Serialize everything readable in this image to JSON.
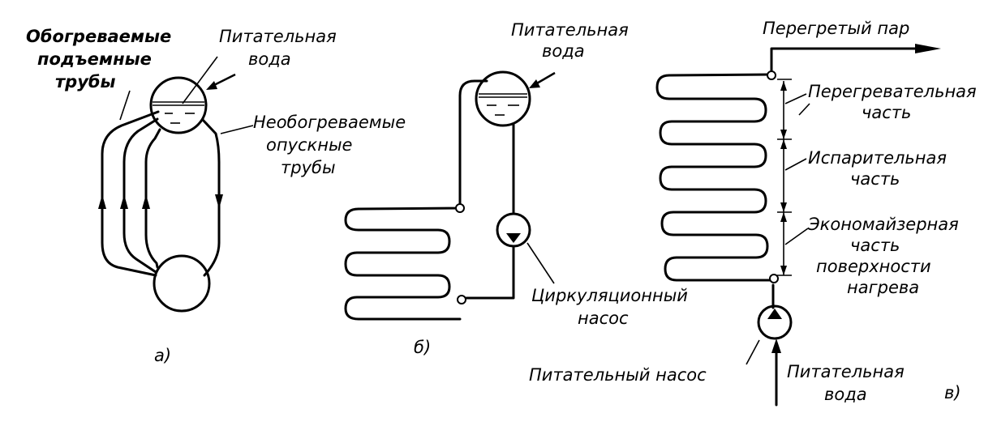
{
  "diagram_a": {
    "caption": "а)",
    "label_heated_tubes": [
      "Обогреваемые",
      "подъемные",
      "трубы"
    ],
    "label_feed_water": [
      "Питательная",
      "вода"
    ],
    "label_unheated_tubes": [
      "Необогреваемые",
      "опускные",
      "трубы"
    ]
  },
  "diagram_b": {
    "caption": "б)",
    "label_feed_water": [
      "Питательная",
      "вода"
    ],
    "label_circ_pump": [
      "Циркуляционный",
      "насос"
    ]
  },
  "diagram_c": {
    "caption": "в)",
    "label_superheated_steam": "Перегретый пар",
    "label_superheater": [
      "Перегревательная",
      "часть"
    ],
    "label_evaporator": [
      "Испарительная",
      "часть"
    ],
    "label_economizer": [
      "Экономайзерная",
      "часть",
      "поверхности",
      "нагрева"
    ],
    "label_feed_pump": "Питательный насос",
    "label_feed_water": [
      "Питательная",
      "вода"
    ]
  }
}
